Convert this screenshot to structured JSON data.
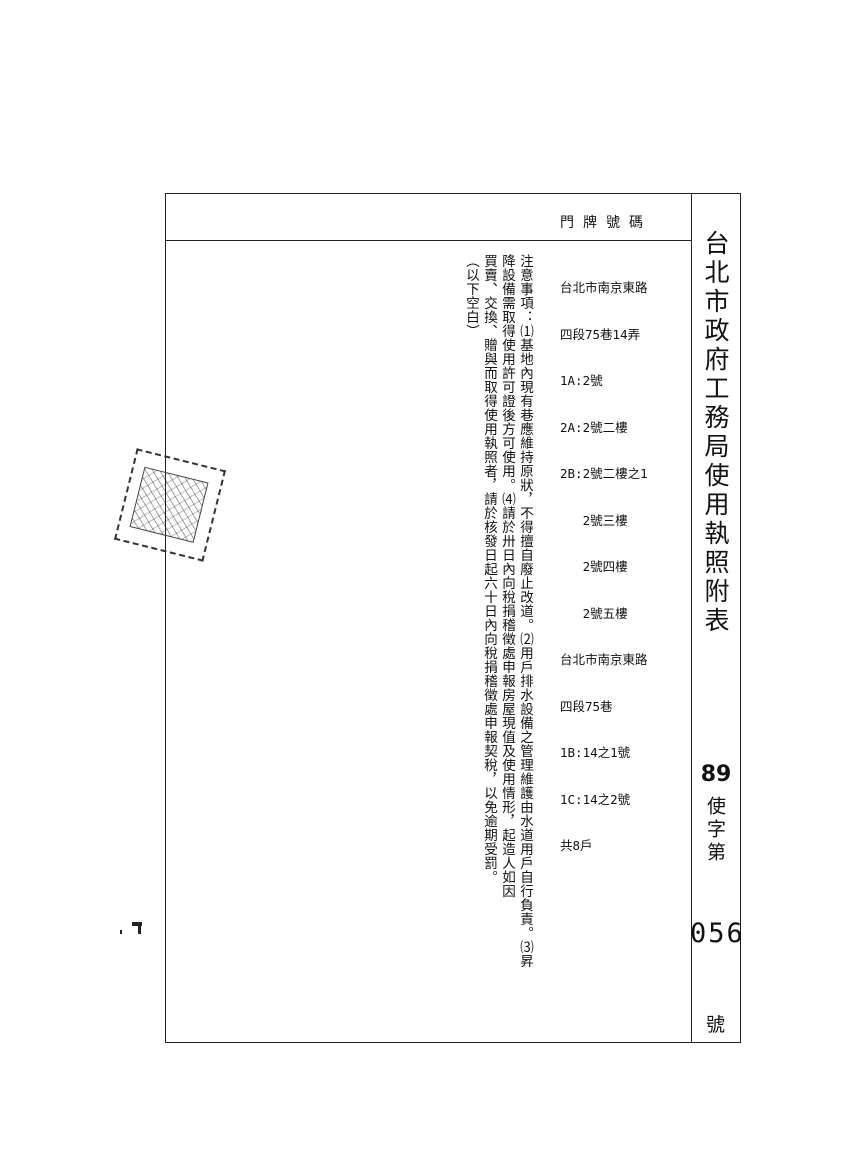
{
  "header": {
    "title": "台北市政府工務局使用執照附表",
    "column_label": "門牌號碼"
  },
  "permit": {
    "year": "89",
    "prefix": "使字第",
    "number": "056",
    "suffix": "號"
  },
  "addresses": [
    "台北市南京東路",
    "四段75巷14弄",
    "1A:2號",
    "2A:2號二樓",
    "2B:2號二樓之1",
    "   2號三樓",
    "   2號四樓",
    "   2號五樓",
    "台北市南京東路",
    "四段75巷",
    "1B:14之1號",
    "1C:14之2號",
    "共8戶"
  ],
  "notes": [
    "注意事項：⑴基地內現有巷應維持原狀，不得擅自廢止改道。⑵用戶排水設備之管理維護由水道用戶自行負責。⑶昇",
    "降設備需取得使用許可證後方可使用。⑷請於卅日內向稅捐稽徵處申報房屋現值及使用情形，起造人如因",
    "買賣、交換、贈與而取得使用執照者，請於核發日起六十日內向稅捐稽徵處申報契稅，以免逾期受罰。",
    "（以下空白）"
  ]
}
